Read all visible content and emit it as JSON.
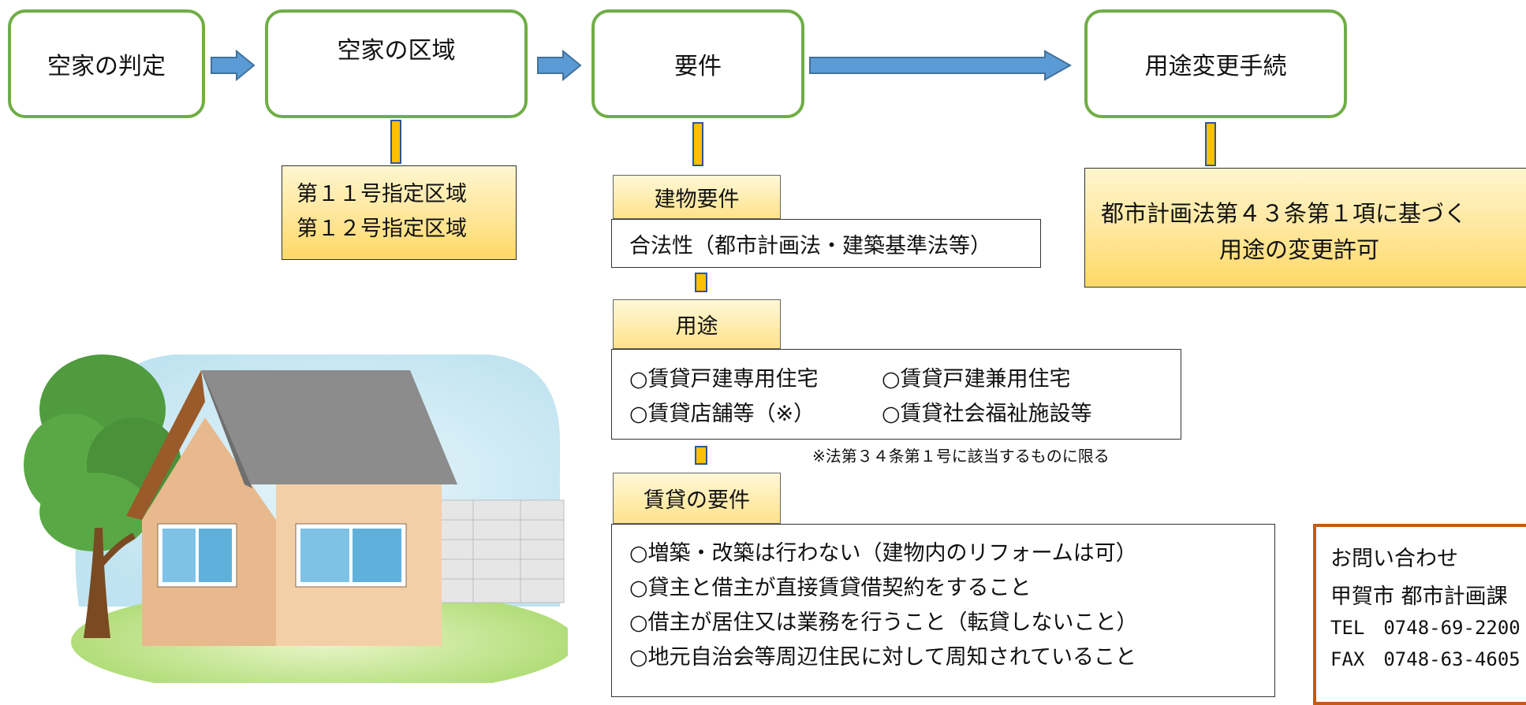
{
  "stages": [
    "空家の判定",
    "空家の区域",
    "要件",
    "用途変更手続"
  ],
  "district": [
    "第１１号指定区域",
    "第１２号指定区域"
  ],
  "building": {
    "label": "建物要件",
    "text": "合法性（都市計画法・建築基準法等）"
  },
  "usage": {
    "label": "用途",
    "rows": [
      [
        "○賃貸戸建専用住宅",
        "○賃貸戸建兼用住宅"
      ],
      [
        "○賃貸店舗等（※）",
        "○賃貸社会福祉施設等"
      ]
    ],
    "note": "※法第３４条第１号に該当するものに限る"
  },
  "rental": {
    "label": "賃貸の要件",
    "items": [
      "○増築・改築は行わない（建物内のリフォームは可）",
      "○貸主と借主が直接賃貸借契約をすること",
      "○借主が居住又は業務を行うこと（転貸しないこと）",
      "○地元自治会等周辺住民に対して周知されていること"
    ]
  },
  "permit": [
    "都市計画法第４３条第１項に基づく",
    "用途の変更許可"
  ],
  "contact": {
    "title": "お問い合わせ",
    "org": "甲賀市 都市計画課",
    "tel": "TEL　0748-69-2200",
    "fax": "FAX　0748-63-4605"
  },
  "colors": {
    "stage_border": "#70ad47",
    "arrow": "#5b9bd5",
    "connector": "#ffc000",
    "contact_border": "#c55a11"
  }
}
